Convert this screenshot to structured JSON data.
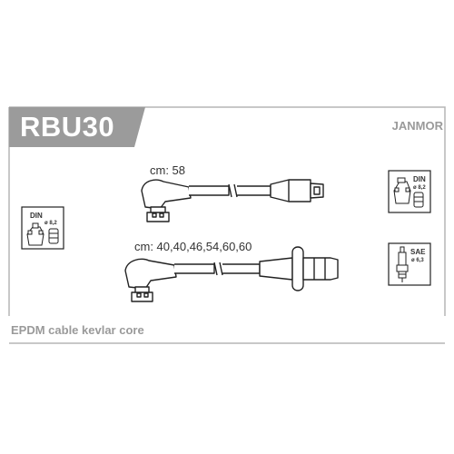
{
  "product": {
    "part_number": "RBU30",
    "brand": "JANMOR",
    "description": "EPDM cable kevlar core"
  },
  "cables": {
    "top_length": "cm: 58",
    "bottom_lengths": "cm: 40,40,46,54,60,60"
  },
  "badges": {
    "distributor_standard": "DIN",
    "distributor_size": "ø 8,2",
    "coil_standard": "DIN",
    "coil_size": "ø 8,2",
    "plug_standard": "SAE",
    "plug_size": "ø 6,3"
  },
  "colors": {
    "header_bar": "#9b9b9b",
    "frame_line": "#b5b5b5",
    "accent_text": "#9a9a9a"
  }
}
